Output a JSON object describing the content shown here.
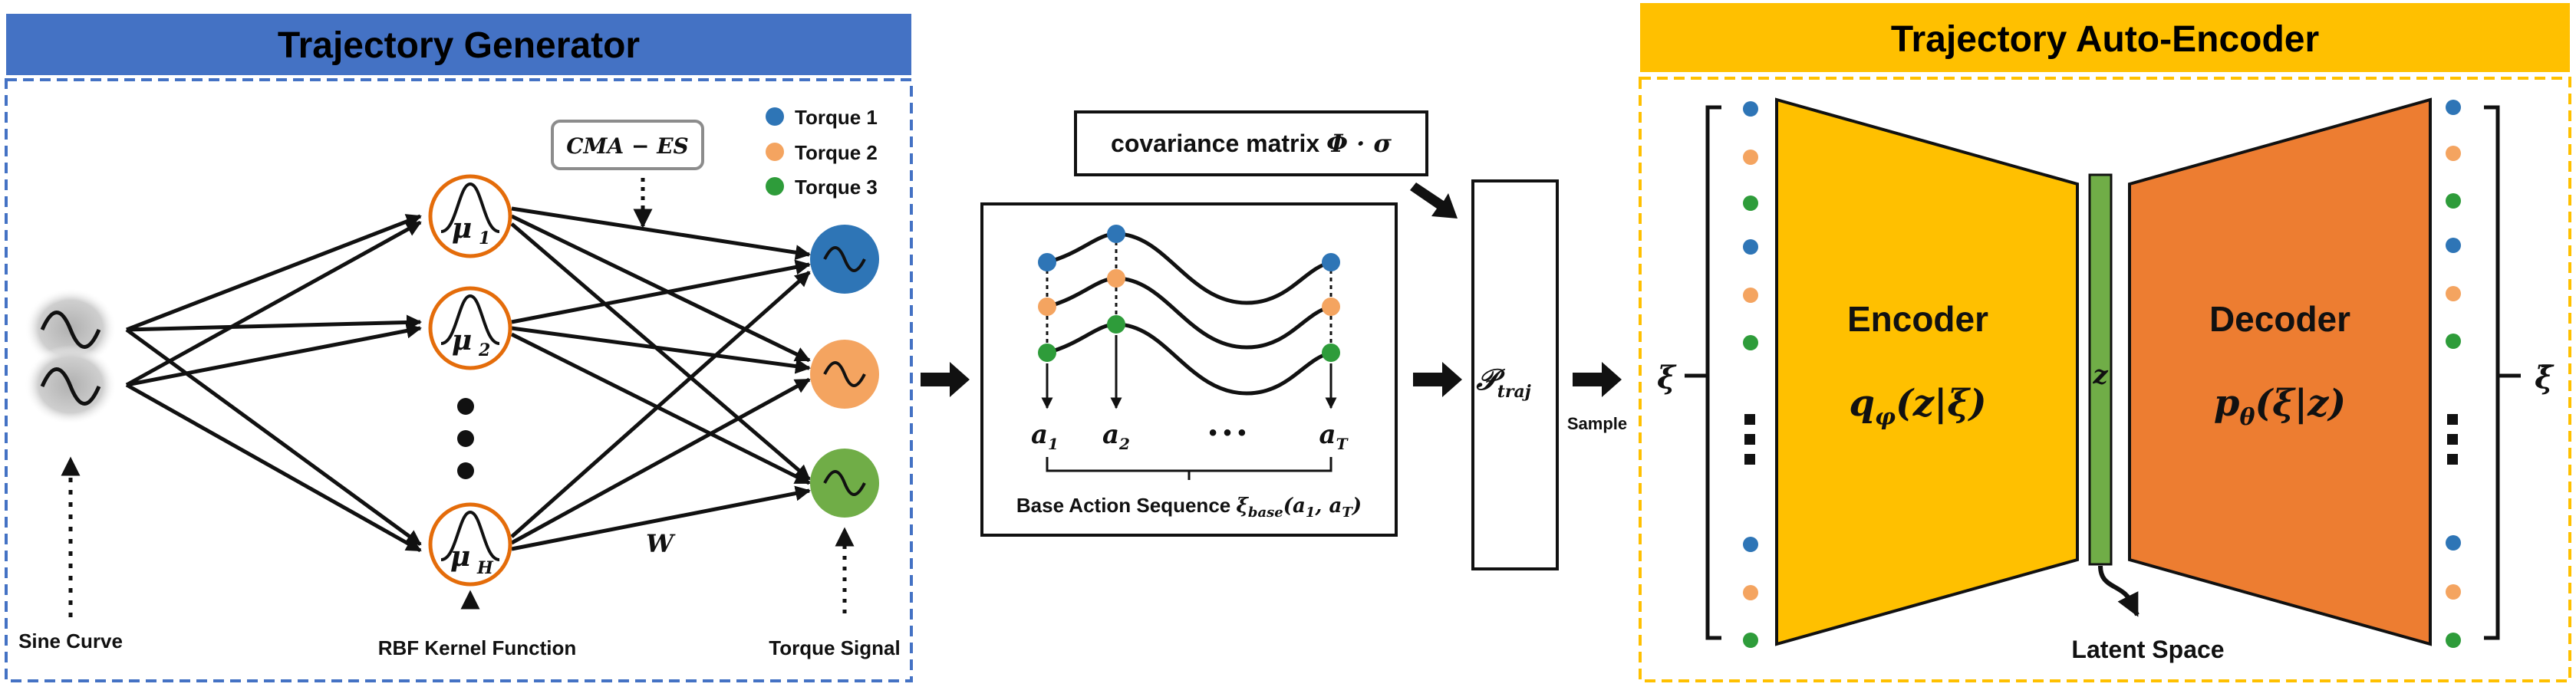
{
  "generator": {
    "title": "Trajectory Generator",
    "sine_curve_label": "Sine Curve",
    "rbf_label": "RBF Kernel Function",
    "torque_signal_label": "Torque Signal",
    "cma_label": "CMA − ES",
    "weight_label": "W",
    "neurons": [
      {
        "label": "μ",
        "sub": "1"
      },
      {
        "label": "μ",
        "sub": "2"
      },
      {
        "label": "μ",
        "sub": "H"
      }
    ],
    "legend": [
      {
        "label": "Torque 1",
        "color": "#2e75b6"
      },
      {
        "label": "Torque 2",
        "color": "#f4a460"
      },
      {
        "label": "Torque 3",
        "color": "#2e9c3a"
      }
    ],
    "output_colors": [
      "#2e75b6",
      "#f4a460",
      "#70ad47"
    ]
  },
  "sequence": {
    "action_labels": [
      {
        "label": "a",
        "sub": "1"
      },
      {
        "label": "a",
        "sub": "2"
      },
      {
        "label": "• • •",
        "sub": ""
      },
      {
        "label": "a",
        "sub": "T"
      }
    ],
    "caption": "Base Action Sequence",
    "caption_math_main": "ξ",
    "caption_math_sub": "base",
    "caption_math_args": "(a",
    "caption_args_sub1": "1",
    "caption_args_mid": ", a",
    "caption_args_sub2": "T",
    "caption_args_end": ")"
  },
  "sampling": {
    "covariance_text": "covariance matrix",
    "covariance_math": "Φ · σ",
    "p_traj_main": "𝒫",
    "p_traj_sub": "traj",
    "sample_label": "Sample"
  },
  "autoencoder": {
    "title": "Trajectory Auto-Encoder",
    "input_label": "ξ",
    "output_label": "ξ̄",
    "encoder_label": "Encoder",
    "encoder_math": "q",
    "encoder_math_sub": "φ",
    "encoder_math_args": "(z|ξ)",
    "decoder_label": "Decoder",
    "decoder_math": "p",
    "decoder_math_sub": "θ",
    "decoder_math_args": "(ξ|z)",
    "latent_label": "z",
    "latent_space_label": "Latent Space",
    "ellipsis": "⋮"
  },
  "colors": {
    "generator_title_bg": "#4472c4",
    "generator_border": "#4472c4",
    "ae_title_bg": "#ffc000",
    "ae_border": "#ffc000",
    "encoder_fill": "#ffc000",
    "decoder_fill": "#ed7d31",
    "latent_fill": "#70ad47",
    "neuron_stroke": "#e46c0a",
    "dot_blue": "#2e75b6",
    "dot_orange": "#f4a460",
    "dot_green": "#2e9c3a"
  }
}
